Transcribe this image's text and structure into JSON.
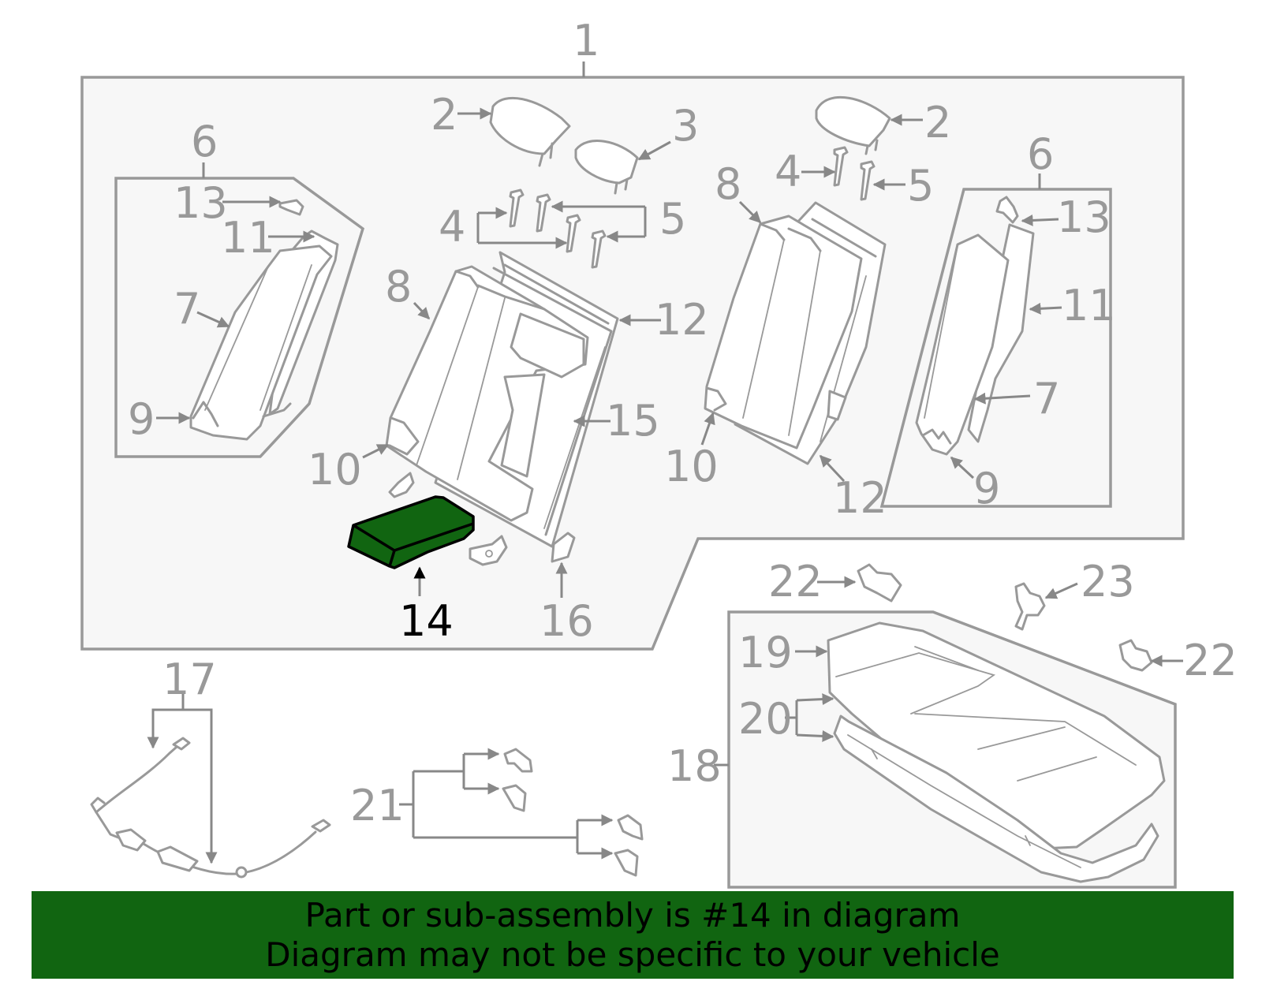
{
  "colors": {
    "highlight": "#116511",
    "banner": "#116511",
    "callout_text": "#999999",
    "highlight_text": "#000000",
    "outline": "#999999",
    "box_fill": "#f7f7f7"
  },
  "callouts": {
    "c1": "1",
    "c2a": "2",
    "c2b": "2",
    "c3": "3",
    "c4a": "4",
    "c4b": "4",
    "c5a": "5",
    "c5b": "5",
    "c6a": "6",
    "c6b": "6",
    "c7a": "7",
    "c7b": "7",
    "c8a": "8",
    "c8b": "8",
    "c9a": "9",
    "c9b": "9",
    "c10a": "10",
    "c10b": "10",
    "c11a": "11",
    "c11b": "11",
    "c12a": "12",
    "c12b": "12",
    "c13a": "13",
    "c13b": "13",
    "c14": "14",
    "c15": "15",
    "c16": "16",
    "c17": "17",
    "c18": "18",
    "c19": "19",
    "c20": "20",
    "c21": "21",
    "c22a": "22",
    "c22b": "22",
    "c23": "23"
  },
  "highlighted_part": "14",
  "banner": {
    "line1": "Part or sub-assembly is #14 in diagram",
    "line2": "Diagram may not be specific to your vehicle"
  }
}
